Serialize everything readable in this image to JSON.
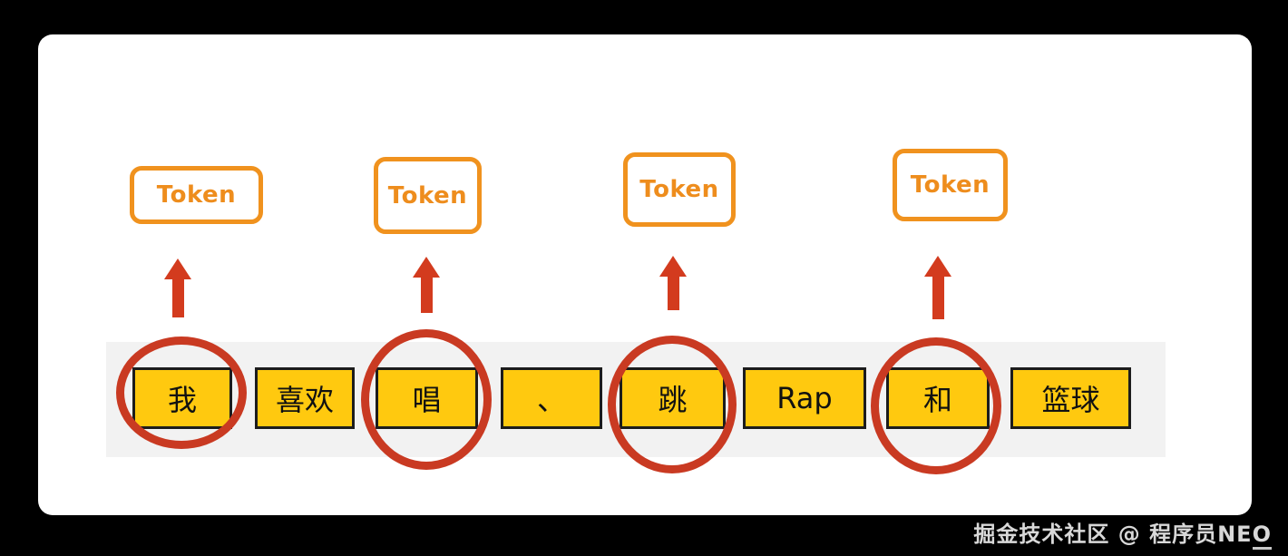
{
  "diagram": {
    "token_boxes": [
      {
        "label": "Token"
      },
      {
        "label": "Token"
      },
      {
        "label": "Token"
      },
      {
        "label": "Token"
      }
    ],
    "sentence_tokens": [
      {
        "text": "我",
        "circled": true
      },
      {
        "text": "喜欢",
        "circled": false
      },
      {
        "text": "唱",
        "circled": true
      },
      {
        "text": "、",
        "circled": false
      },
      {
        "text": "跳",
        "circled": true
      },
      {
        "text": "Rap",
        "circled": false
      },
      {
        "text": "和",
        "circled": true
      },
      {
        "text": "篮球",
        "circled": false
      }
    ]
  },
  "watermark": {
    "text": "掘金技术社区 @ 程序员NEO",
    "prefix": "掘金技术社区 @ 程序员NE",
    "underlined_char": "O"
  },
  "colors": {
    "background_black": "#000000",
    "card_white": "#ffffff",
    "band_gray": "#f2f2f2",
    "token_outline_orange": "#f0921e",
    "token_text_orange": "#ee8d1d",
    "cell_fill_yellow": "#ffc90f",
    "cell_border_black": "#1c1c1c",
    "arrow_red": "#d33b1e",
    "circle_red": "#c93a22",
    "watermark_gray": "#d8d8d8"
  }
}
